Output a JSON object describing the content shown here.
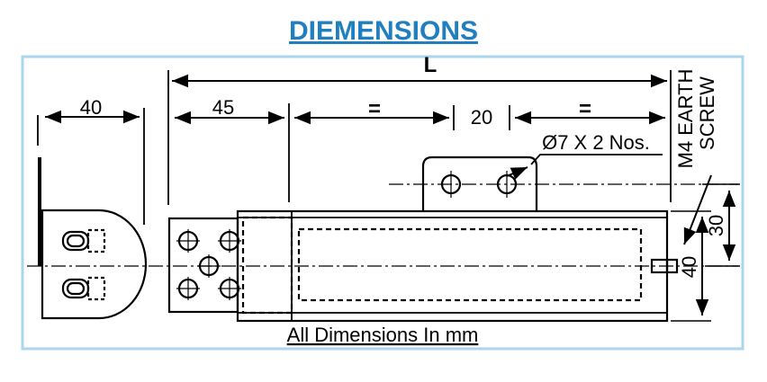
{
  "title": "DIEMENSIONS",
  "title_color": "#1f7fbf",
  "frame_color": "#a9d6ee",
  "footer": "All Dimensions In mm",
  "dimensions": {
    "side_width": "40",
    "flange": "45",
    "total": "L",
    "equal_left": "=",
    "bracket": "20",
    "equal_right": "=",
    "height_small": "30",
    "height_body": "40"
  },
  "labels": {
    "holes": "Ø7 X 2 Nos.",
    "earth_line1": "M4 EARTH",
    "earth_line2": "SCREW"
  }
}
